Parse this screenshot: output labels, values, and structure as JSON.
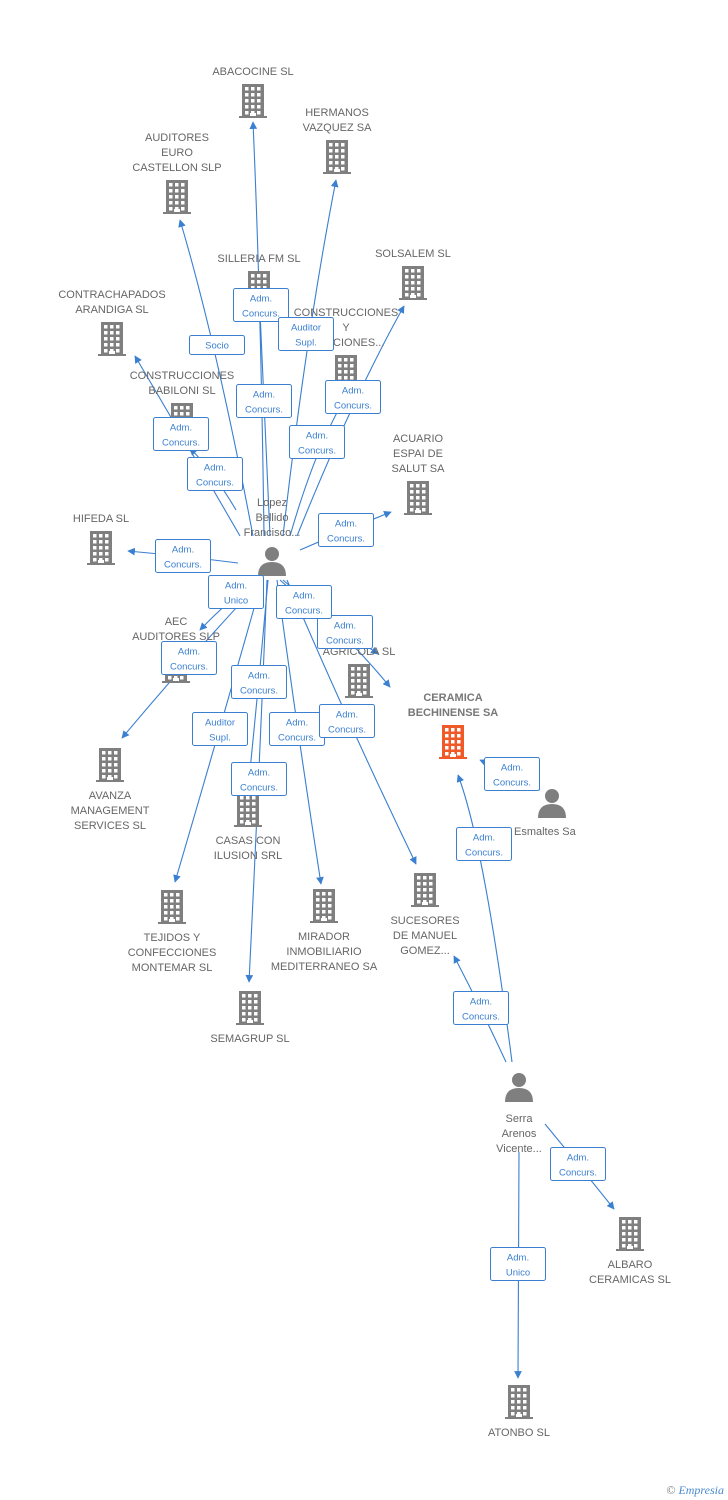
{
  "colors": {
    "edge": "#3a7fd0",
    "company": "#7f7f7f",
    "focus_company": "#f05a28",
    "person": "#7f7f7f"
  },
  "nodes": [
    {
      "id": "abacocine",
      "type": "company",
      "lines": [
        "ABACOCINE SL"
      ]
    },
    {
      "id": "hermanos",
      "type": "company",
      "lines": [
        "HERMANOS",
        "VAZQUEZ SA"
      ]
    },
    {
      "id": "auditores_euro",
      "type": "company",
      "lines": [
        "AUDITORES",
        "EURO",
        "CASTELLON SLP"
      ]
    },
    {
      "id": "silleria",
      "type": "company",
      "lines": [
        "SILLERIA FM SL"
      ]
    },
    {
      "id": "solsalem",
      "type": "company",
      "lines": [
        "SOLSALEM SL"
      ]
    },
    {
      "id": "contrachapados",
      "type": "company",
      "lines": [
        "CONTRACHAPADOS",
        "ARANDIGA SL"
      ]
    },
    {
      "id": "construcciones_y",
      "type": "company",
      "lines": [
        "CONSTRUCCIONES",
        "Y",
        "...ITACIONES..."
      ]
    },
    {
      "id": "babiloni",
      "type": "company",
      "lines": [
        "CONSTRUCCIONES",
        "BABILONI SL"
      ]
    },
    {
      "id": "acuario",
      "type": "company",
      "lines": [
        "ACUARIO",
        "ESPAI DE",
        "SALUT SA"
      ]
    },
    {
      "id": "hifeda",
      "type": "company",
      "lines": [
        "HIFEDA SL"
      ]
    },
    {
      "id": "lopez",
      "type": "person",
      "lines": [
        "Lopez",
        "Bellido",
        "Francisco..."
      ]
    },
    {
      "id": "aec",
      "type": "company",
      "lines": [
        "AEC",
        "AUDITORES SLP"
      ]
    },
    {
      "id": "agricola",
      "type": "company",
      "lines": [
        "T",
        "AGRICOLA SL"
      ]
    },
    {
      "id": "ceramica",
      "type": "focus",
      "lines": [
        "CERAMICA",
        "BECHINENSE SA"
      ]
    },
    {
      "id": "esmaltes",
      "type": "person",
      "lines": [
        "Esmaltes Sa"
      ]
    },
    {
      "id": "avanza",
      "type": "company",
      "lines": [
        "AVANZA",
        "MANAGEMENT",
        "SERVICES SL"
      ]
    },
    {
      "id": "casas",
      "type": "company",
      "lines": [
        "CASAS CON",
        "ILUSION SRL"
      ]
    },
    {
      "id": "sucesores",
      "type": "company",
      "lines": [
        "SUCESORES",
        "DE MANUEL",
        "GOMEZ..."
      ]
    },
    {
      "id": "tejidos",
      "type": "company",
      "lines": [
        "TEJIDOS Y",
        "CONFECCIONES",
        "MONTEMAR SL"
      ]
    },
    {
      "id": "mirador",
      "type": "company",
      "lines": [
        "MIRADOR",
        "INMOBILIARIO",
        "MEDITERRANEO SA"
      ]
    },
    {
      "id": "semagrup",
      "type": "company",
      "lines": [
        "SEMAGRUP SL"
      ]
    },
    {
      "id": "serra",
      "type": "person",
      "lines": [
        "Serra",
        "Arenos",
        "Vicente..."
      ]
    },
    {
      "id": "albaro",
      "type": "company",
      "lines": [
        "ALBARO",
        "CERAMICAS SL"
      ]
    },
    {
      "id": "atonbo",
      "type": "company",
      "lines": [
        "ATONBO SL"
      ]
    }
  ],
  "edges": [
    {
      "from": "lopez",
      "to": "abacocine",
      "label": [
        "Adm.",
        "Concurs."
      ]
    },
    {
      "from": "lopez",
      "to": "hermanos",
      "label": [
        "Auditor",
        "Supl."
      ]
    },
    {
      "from": "lopez",
      "to": "auditores_euro",
      "label": [
        "Socio"
      ]
    },
    {
      "from": "lopez",
      "to": "silleria",
      "label": [
        "Adm.",
        "Concurs."
      ]
    },
    {
      "from": "lopez",
      "to": "solsalem",
      "label": [
        "Adm.",
        "Concurs."
      ]
    },
    {
      "from": "lopez",
      "to": "construcciones_y",
      "label": [
        "Adm.",
        "Concurs."
      ]
    },
    {
      "from": "lopez",
      "to": "contrachapados",
      "label": [
        "Adm.",
        "Concurs."
      ]
    },
    {
      "from": "lopez",
      "to": "babiloni",
      "label": [
        "Adm.",
        "Concurs."
      ]
    },
    {
      "from": "lopez",
      "to": "acuario",
      "label": [
        "Adm.",
        "Concurs."
      ]
    },
    {
      "from": "lopez",
      "to": "hifeda",
      "label": [
        "Adm.",
        "Concurs."
      ]
    },
    {
      "from": "lopez",
      "to": "aec",
      "label": [
        "Adm.",
        "Unico"
      ]
    },
    {
      "from": "lopez",
      "to": "avanza",
      "label": [
        "Adm.",
        "Concurs."
      ]
    },
    {
      "from": "lopez",
      "to": "agricola",
      "label": [
        "Adm.",
        "Concurs."
      ]
    },
    {
      "from": "lopez",
      "to": "ceramica",
      "label": [
        "Adm.",
        "Concurs."
      ]
    },
    {
      "from": "lopez",
      "to": "tejidos",
      "label": [
        "Auditor",
        "Supl."
      ]
    },
    {
      "from": "lopez",
      "to": "casas",
      "label": [
        "Adm.",
        "Concurs."
      ]
    },
    {
      "from": "lopez",
      "to": "mirador",
      "label": [
        "Adm.",
        "Concurs."
      ]
    },
    {
      "from": "lopez",
      "to": "sucesores",
      "label": [
        "Adm.",
        "Concurs."
      ]
    },
    {
      "from": "lopez",
      "to": "semagrup",
      "label": [
        "Adm.",
        "Concurs."
      ]
    },
    {
      "from": "esmaltes",
      "to": "ceramica",
      "label": [
        "Adm.",
        "Concurs."
      ]
    },
    {
      "from": "serra",
      "to": "ceramica",
      "label": [
        "Adm.",
        "Concurs."
      ]
    },
    {
      "from": "serra",
      "to": "sucesores",
      "label": [
        "Adm.",
        "Concurs."
      ]
    },
    {
      "from": "serra",
      "to": "albaro",
      "label": [
        "Adm.",
        "Concurs."
      ]
    },
    {
      "from": "serra",
      "to": "atonbo",
      "label": [
        "Adm.",
        "Unico"
      ]
    }
  ],
  "footer": {
    "copyright": "©",
    "brand": "Empresia"
  }
}
